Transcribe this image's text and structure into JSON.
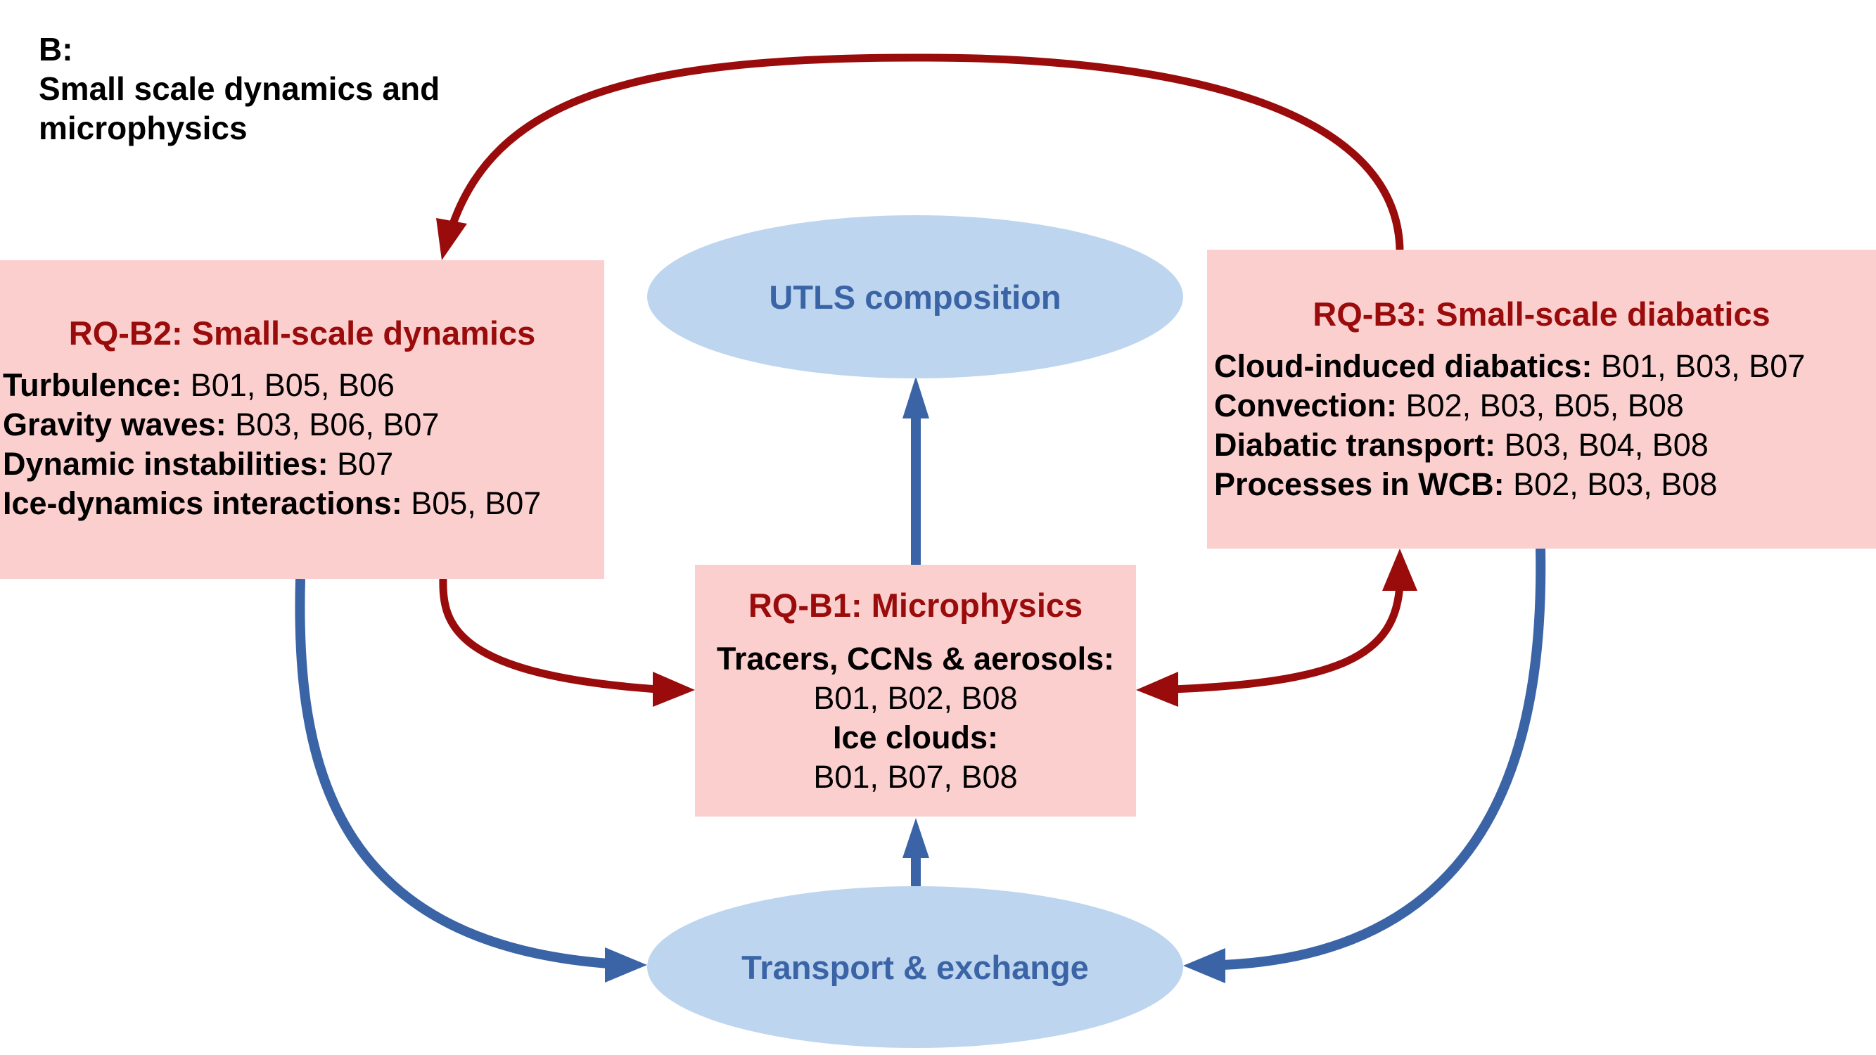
{
  "heading": {
    "line1": "B:",
    "line2": "Small scale dynamics and",
    "line3": "microphysics"
  },
  "colors": {
    "box_fill": "#fccfcf",
    "box_title": "#9a0b0b",
    "ellipse_fill": "#bdd5ef",
    "ellipse_text": "#3a64a6",
    "arrow_red": "#9a0b0b",
    "arrow_blue": "#3a64a6"
  },
  "nodes": {
    "utls": {
      "label": "UTLS composition"
    },
    "transport": {
      "label": "Transport & exchange"
    },
    "b2": {
      "title": "RQ-B2: Small-scale dynamics",
      "entries": [
        {
          "label": "Turbulence:",
          "value": " B01, B05, B06"
        },
        {
          "label": "Gravity waves:",
          "value": " B03, B06, B07"
        },
        {
          "label": "Dynamic instabilities:",
          "value": " B07"
        },
        {
          "label": "Ice-dynamics interactions:",
          "value": " B05, B07"
        }
      ]
    },
    "b3": {
      "title": "RQ-B3: Small-scale diabatics",
      "entries": [
        {
          "label": "Cloud-induced diabatics:",
          "value": " B01, B03, B07"
        },
        {
          "label": "Convection:",
          "value": " B02, B03, B05, B08"
        },
        {
          "label": "Diabatic transport:",
          "value": " B03, B04, B08"
        },
        {
          "label": "Processes in WCB:",
          "value": " B02, B03, B08"
        }
      ]
    },
    "b1": {
      "title": "RQ-B1: Microphysics",
      "tracers_label": "Tracers, CCNs & aerosols:",
      "tracers_value": "B01, B02, B08",
      "ice_label": "Ice clouds:",
      "ice_value": "B01, B07, B08"
    }
  }
}
